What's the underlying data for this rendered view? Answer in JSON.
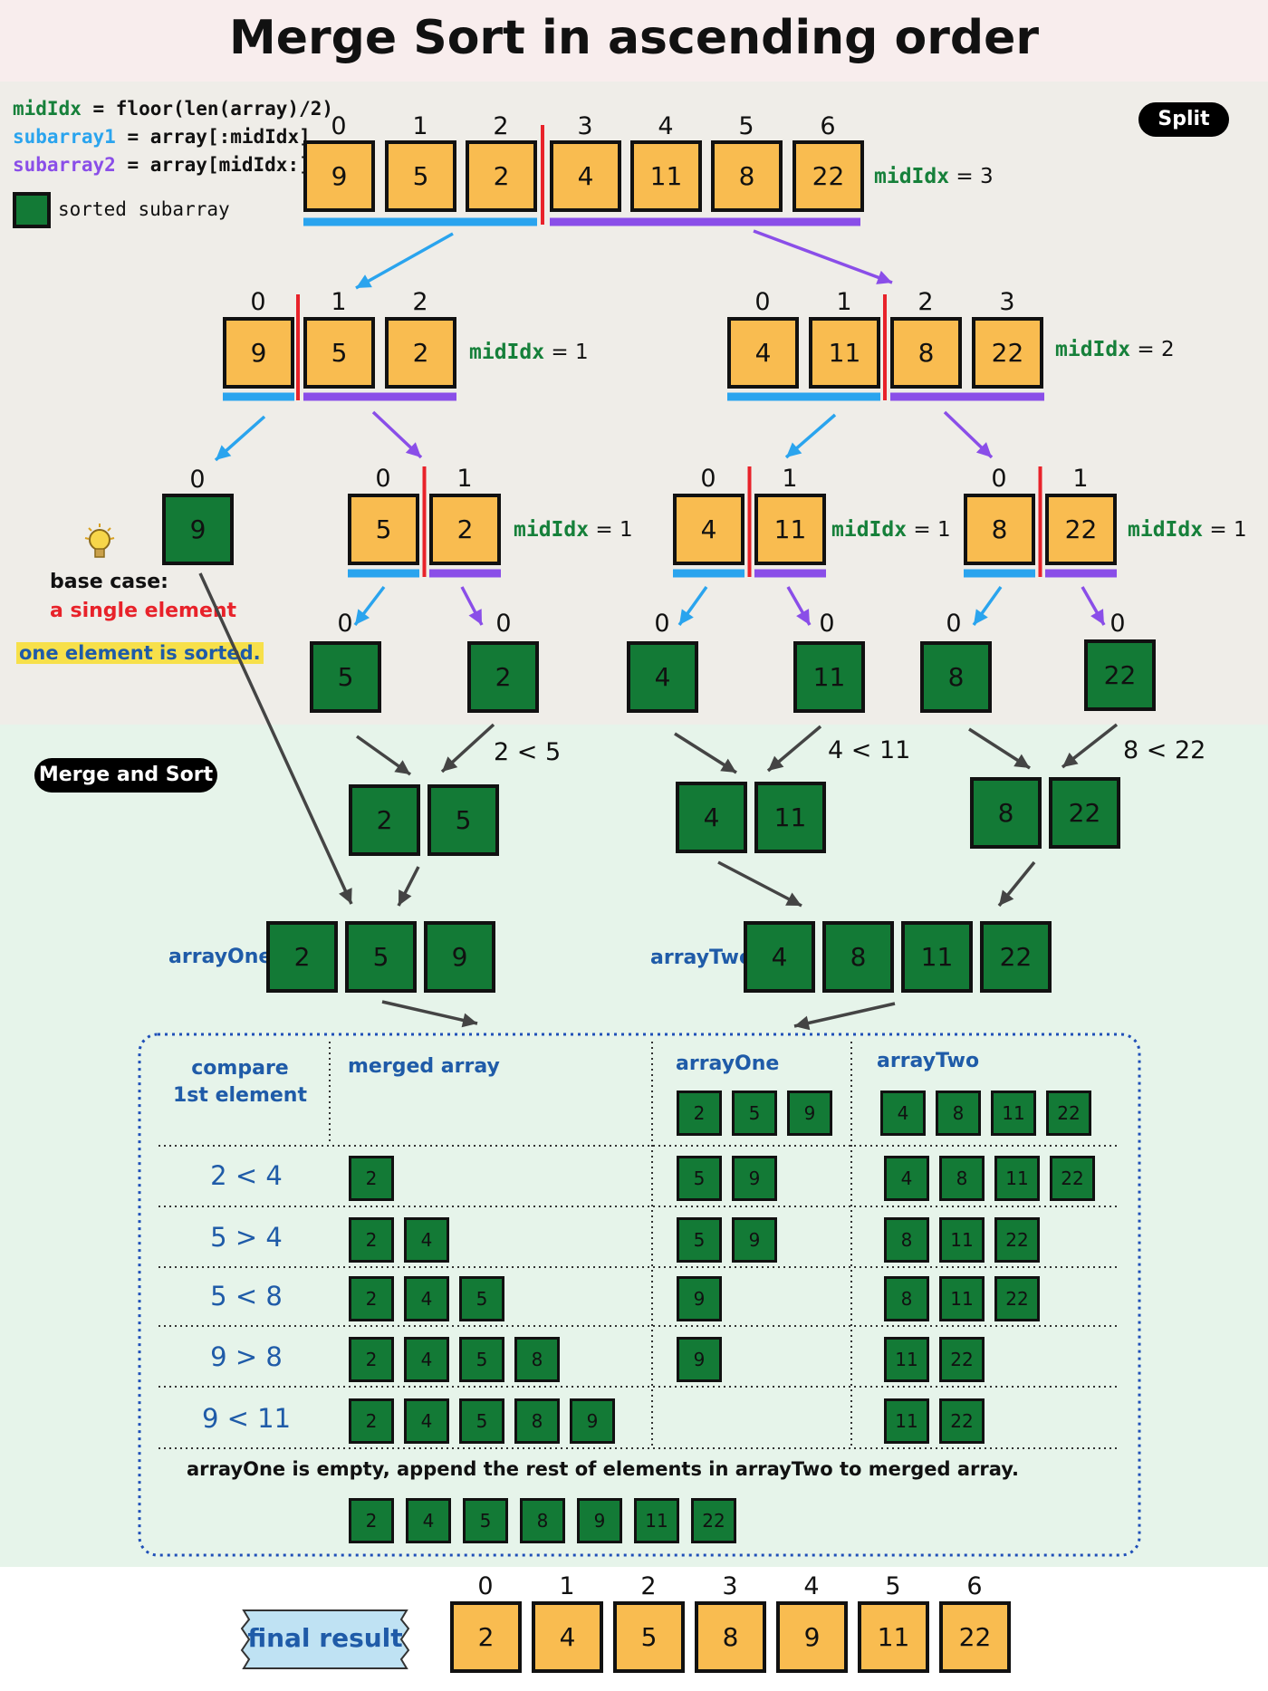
{
  "title": "Merge Sort in ascending order",
  "legend": {
    "line1_var": "midIdx",
    "line1_rest": " = floor(len(array)/2)",
    "line2_var": "subarray1",
    "line2_rest": " = array[:midIdx]",
    "line3_var": "subarray2",
    "line3_rest": " = array[midIdx:]",
    "sorted_label": "sorted subarray"
  },
  "badges": {
    "split": "Split",
    "merge": "Merge and Sort"
  },
  "split": {
    "level0": {
      "values": [
        "9",
        "5",
        "2",
        "4",
        "11",
        "8",
        "22"
      ],
      "indices": [
        "0",
        "1",
        "2",
        "3",
        "4",
        "5",
        "6"
      ],
      "mid": "3"
    },
    "level1_left": {
      "values": [
        "9",
        "5",
        "2"
      ],
      "indices": [
        "0",
        "1",
        "2"
      ],
      "mid": "1"
    },
    "level1_right": {
      "values": [
        "4",
        "11",
        "8",
        "22"
      ],
      "indices": [
        "0",
        "1",
        "2",
        "3"
      ],
      "mid": "2"
    },
    "level2": {
      "single": {
        "value": "9",
        "index": "0"
      },
      "a": {
        "values": [
          "5",
          "2"
        ],
        "indices": [
          "0",
          "1"
        ],
        "mid": "1"
      },
      "b": {
        "values": [
          "4",
          "11"
        ],
        "indices": [
          "0",
          "1"
        ],
        "mid": "1"
      },
      "c": {
        "values": [
          "8",
          "22"
        ],
        "indices": [
          "0",
          "1"
        ],
        "mid": "1"
      }
    },
    "level3": {
      "values": [
        "5",
        "2",
        "4",
        "11",
        "8",
        "22"
      ],
      "index": "0"
    },
    "mid_label": "midIdx",
    "eq_prefix": " = ",
    "base_case": {
      "line1": "base case:",
      "line2": "a single element",
      "line3": "one element is sorted."
    }
  },
  "merge": {
    "comparisons": [
      "2 < 5",
      "4 < 11",
      "8 < 22"
    ],
    "pair_a": [
      "2",
      "5"
    ],
    "pair_b": [
      "4",
      "11"
    ],
    "pair_c": [
      "8",
      "22"
    ],
    "arrayOne_label": "arrayOne",
    "arrayTwo_label": "arrayTwo",
    "arrayOne": [
      "2",
      "5",
      "9"
    ],
    "arrayTwo": [
      "4",
      "8",
      "11",
      "22"
    ]
  },
  "table": {
    "headers": {
      "compare": "compare\n1st element",
      "merged": "merged array",
      "one": "arrayOne",
      "two": "arrayTwo"
    },
    "initial": {
      "one": [
        "2",
        "5",
        "9"
      ],
      "two": [
        "4",
        "8",
        "11",
        "22"
      ]
    },
    "rows": [
      {
        "cmp": "2 < 4",
        "merged": [
          "2"
        ],
        "one": [
          "5",
          "9"
        ],
        "two": [
          "4",
          "8",
          "11",
          "22"
        ]
      },
      {
        "cmp": "5 > 4",
        "merged": [
          "2",
          "4"
        ],
        "one": [
          "5",
          "9"
        ],
        "two": [
          "8",
          "11",
          "22"
        ]
      },
      {
        "cmp": "5 < 8",
        "merged": [
          "2",
          "4",
          "5"
        ],
        "one": [
          "9"
        ],
        "two": [
          "8",
          "11",
          "22"
        ]
      },
      {
        "cmp": "9 > 8",
        "merged": [
          "2",
          "4",
          "5",
          "8"
        ],
        "one": [
          "9"
        ],
        "two": [
          "11",
          "22"
        ]
      },
      {
        "cmp": "9 < 11",
        "merged": [
          "2",
          "4",
          "5",
          "8",
          "9"
        ],
        "one": [],
        "two": [
          "11",
          "22"
        ]
      }
    ],
    "note": "arrayOne is empty, append the rest of elements in arrayTwo to merged array.",
    "final_merged": [
      "2",
      "4",
      "5",
      "8",
      "9",
      "11",
      "22"
    ]
  },
  "final": {
    "label": "final result",
    "values": [
      "2",
      "4",
      "5",
      "8",
      "9",
      "11",
      "22"
    ],
    "indices": [
      "0",
      "1",
      "2",
      "3",
      "4",
      "5",
      "6"
    ]
  },
  "colors": {
    "unsorted": "#f9bc50",
    "sorted": "#137a36",
    "left_bar": "#2aa4ee",
    "right_bar": "#8a4ee8",
    "divider": "#e8222a",
    "midIdx_text": "#16803a",
    "table_text": "#1f5ba8"
  }
}
